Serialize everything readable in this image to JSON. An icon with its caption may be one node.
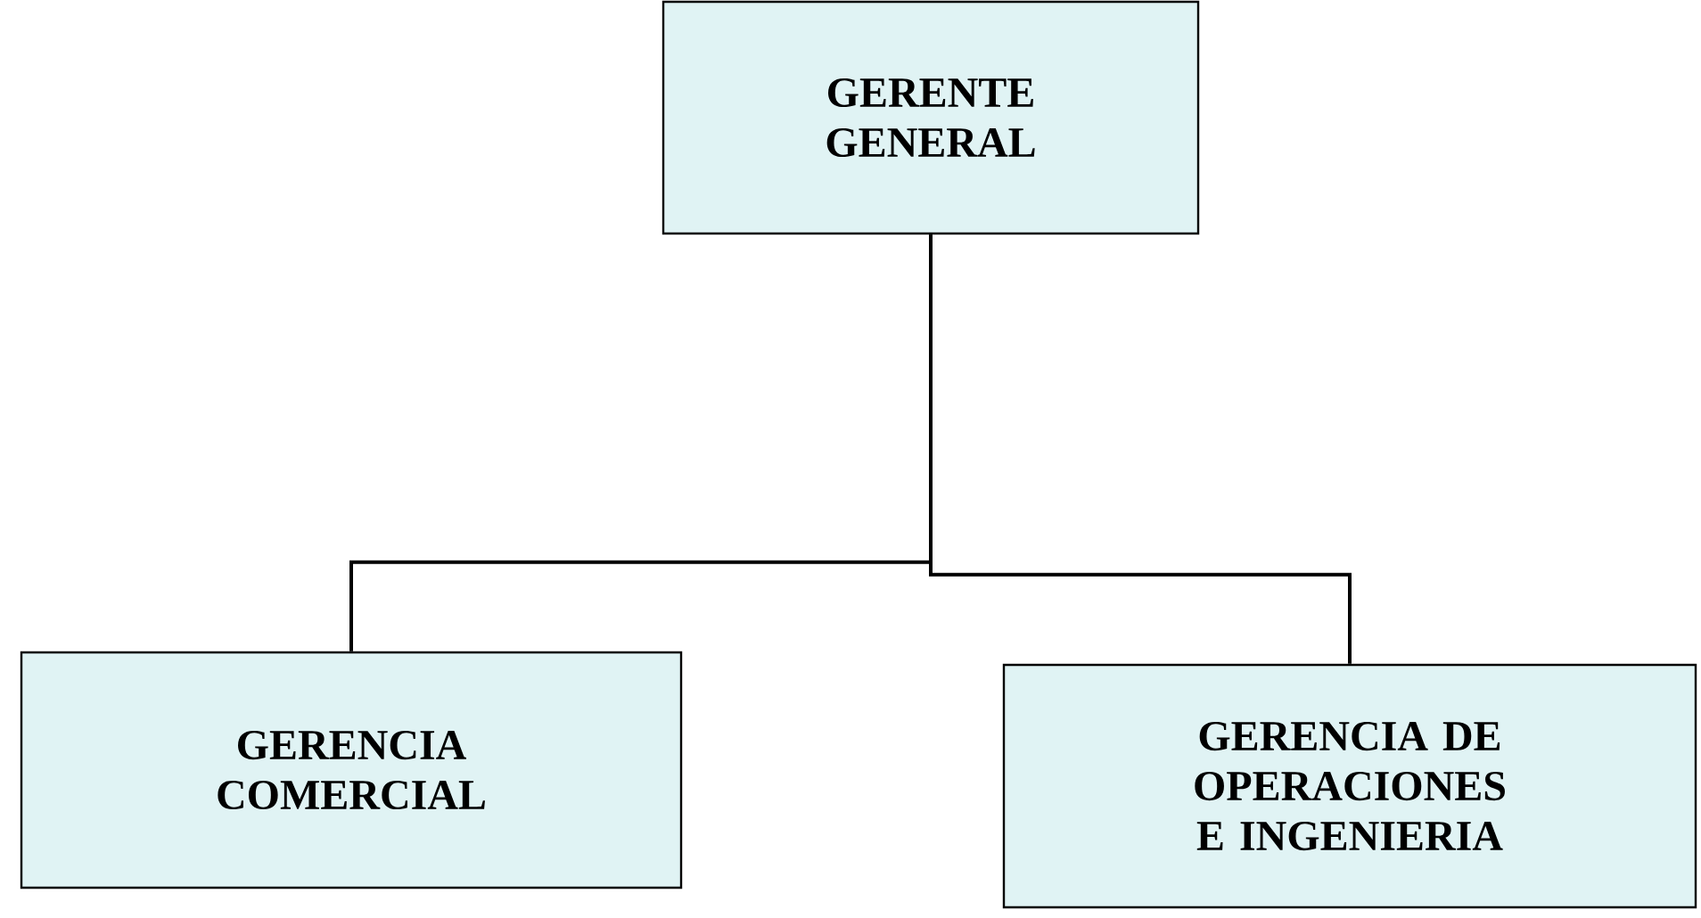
{
  "diagram": {
    "nodes": [
      {
        "text": [
          "GERENTE GENERAL"
        ]
      },
      {
        "text": [
          "GERENCIA COMERCIAL"
        ]
      },
      {
        "text": [
          "GERENCIA DE OPERACIONES E INGENIERIA"
        ]
      }
    ],
    "edges": [
      {
        "from": 0,
        "to": 1,
        "arrow": "none"
      },
      {
        "from": 0,
        "to": 2,
        "arrow": "none"
      }
    ]
  }
}
